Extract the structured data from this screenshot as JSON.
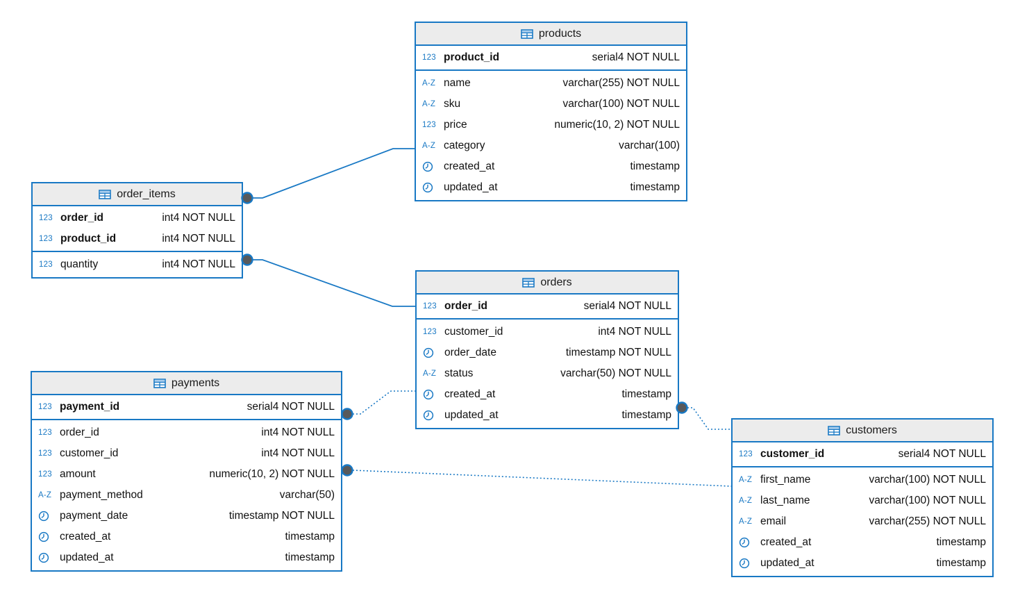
{
  "diagram": {
    "type": "entity-relationship-diagram",
    "colors": {
      "accent_blue": "#1878c4",
      "header_background": "#ececec",
      "anchor_dot": "#58595b",
      "text": "#111111",
      "canvas_background": "#ffffff"
    },
    "tables": [
      {
        "name": "products",
        "key_columns": [
          {
            "icon": "numeric-icon",
            "name": "product_id",
            "type": "serial4 NOT NULL",
            "bold": true
          }
        ],
        "columns": [
          {
            "icon": "text-icon",
            "name": "name",
            "type": "varchar(255) NOT NULL"
          },
          {
            "icon": "text-icon",
            "name": "sku",
            "type": "varchar(100) NOT NULL"
          },
          {
            "icon": "numeric-icon",
            "name": "price",
            "type": "numeric(10, 2) NOT NULL"
          },
          {
            "icon": "text-icon",
            "name": "category",
            "type": "varchar(100)"
          },
          {
            "icon": "datetime-icon",
            "name": "created_at",
            "type": "timestamp"
          },
          {
            "icon": "datetime-icon",
            "name": "updated_at",
            "type": "timestamp"
          }
        ]
      },
      {
        "name": "order_items",
        "key_columns": [
          {
            "icon": "numeric-icon",
            "name": "order_id",
            "type": "int4 NOT NULL",
            "bold": true
          },
          {
            "icon": "numeric-icon",
            "name": "product_id",
            "type": "int4 NOT NULL",
            "bold": true
          }
        ],
        "columns": [
          {
            "icon": "numeric-icon",
            "name": "quantity",
            "type": "int4 NOT NULL"
          }
        ]
      },
      {
        "name": "orders",
        "key_columns": [
          {
            "icon": "numeric-icon",
            "name": "order_id",
            "type": "serial4 NOT NULL",
            "bold": true
          }
        ],
        "columns": [
          {
            "icon": "numeric-icon",
            "name": "customer_id",
            "type": "int4 NOT NULL"
          },
          {
            "icon": "datetime-icon",
            "name": "order_date",
            "type": "timestamp NOT NULL"
          },
          {
            "icon": "text-icon",
            "name": "status",
            "type": "varchar(50) NOT NULL"
          },
          {
            "icon": "datetime-icon",
            "name": "created_at",
            "type": "timestamp"
          },
          {
            "icon": "datetime-icon",
            "name": "updated_at",
            "type": "timestamp"
          }
        ]
      },
      {
        "name": "payments",
        "key_columns": [
          {
            "icon": "numeric-icon",
            "name": "payment_id",
            "type": "serial4 NOT NULL",
            "bold": true
          }
        ],
        "columns": [
          {
            "icon": "numeric-icon",
            "name": "order_id",
            "type": "int4 NOT NULL"
          },
          {
            "icon": "numeric-icon",
            "name": "customer_id",
            "type": "int4 NOT NULL"
          },
          {
            "icon": "numeric-icon",
            "name": "amount",
            "type": "numeric(10, 2) NOT NULL"
          },
          {
            "icon": "text-icon",
            "name": "payment_method",
            "type": "varchar(50)"
          },
          {
            "icon": "datetime-icon",
            "name": "payment_date",
            "type": "timestamp NOT NULL"
          },
          {
            "icon": "datetime-icon",
            "name": "created_at",
            "type": "timestamp"
          },
          {
            "icon": "datetime-icon",
            "name": "updated_at",
            "type": "timestamp"
          }
        ]
      },
      {
        "name": "customers",
        "key_columns": [
          {
            "icon": "numeric-icon",
            "name": "customer_id",
            "type": "serial4 NOT NULL",
            "bold": true
          }
        ],
        "columns": [
          {
            "icon": "text-icon",
            "name": "first_name",
            "type": "varchar(100) NOT NULL"
          },
          {
            "icon": "text-icon",
            "name": "last_name",
            "type": "varchar(100) NOT NULL"
          },
          {
            "icon": "text-icon",
            "name": "email",
            "type": "varchar(255) NOT NULL"
          },
          {
            "icon": "datetime-icon",
            "name": "created_at",
            "type": "timestamp"
          },
          {
            "icon": "datetime-icon",
            "name": "updated_at",
            "type": "timestamp"
          }
        ]
      }
    ],
    "relationships": [
      {
        "from": "order_items",
        "to": "products",
        "line_style": "solid"
      },
      {
        "from": "order_items",
        "to": "orders",
        "line_style": "solid"
      },
      {
        "from": "payments",
        "to": "orders",
        "line_style": "dotted"
      },
      {
        "from": "orders",
        "to": "customers",
        "line_style": "dotted"
      },
      {
        "from": "payments",
        "to": "customers",
        "line_style": "dotted"
      }
    ]
  }
}
